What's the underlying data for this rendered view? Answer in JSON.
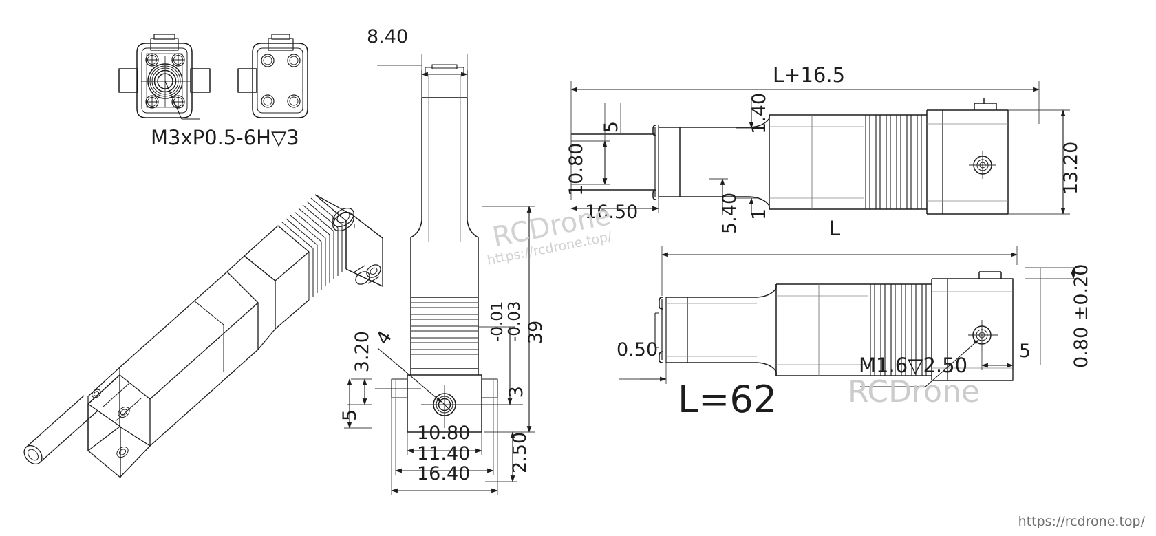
{
  "drawing": {
    "title": "Linear actuator / micro gearmotor dimensional drawing",
    "units": "mm",
    "line_color": "#1d1d1d",
    "thin_color": "#555555",
    "watermark_color": "#d2d2d2"
  },
  "views": {
    "end_view_front": {
      "name": "Front end view (mounting face)",
      "callout": "M3xP0.5-6H▽3"
    },
    "end_view_rear": {
      "name": "Rear end view"
    },
    "isometric": {
      "name": "Isometric view of actuator"
    },
    "front_elevation": {
      "name": "Front elevation with lead screw"
    },
    "side_top": {
      "name": "Side view, extended"
    },
    "side_bottom": {
      "name": "Side view, retracted"
    }
  },
  "labels": {
    "thread_callout_top": "M3xP0.5-6H",
    "thread_depth_symbol": "▽",
    "thread_depth_top": "3",
    "dim_8_40": "8.40",
    "dim_39": "39",
    "dim_3_20": " 3.20",
    "dim_phi4": " 4",
    "dim_phi3_tol": " 3",
    "tol_upper": "-0.01",
    "tol_lower": "-0.03",
    "dim_5_left": "5",
    "dim_10_80_bottom": "10.80",
    "dim_11_40": "11.40",
    "dim_16_40": "16.40",
    "dim_2_50": "2.50",
    "dim_L_plus": "L+16.5",
    "dim_phi5": " 5",
    "dim_10_80_left": "10.80",
    "dim_1_40": "1.40",
    "dim_16_50": "16.50",
    "dim_5_40": "5.40",
    "dim_1": "1",
    "dim_13_20": "13.20",
    "dim_L": "L",
    "dim_0_50": "0.50",
    "dim_0_80_tol": "0.80 ±0.20",
    "dim_5_right": "5",
    "thread_callout_bottom": "M1.6▽2.50",
    "length_note": "L=62"
  },
  "watermarks": {
    "main": "RCDrone",
    "sub": "https://rcdrone.top/",
    "big": "RCDrone",
    "footer": "https://rcdrone.top/"
  },
  "symbols": {
    "diameter": "⌀",
    "depth": "▽",
    "plusminus": "±"
  }
}
